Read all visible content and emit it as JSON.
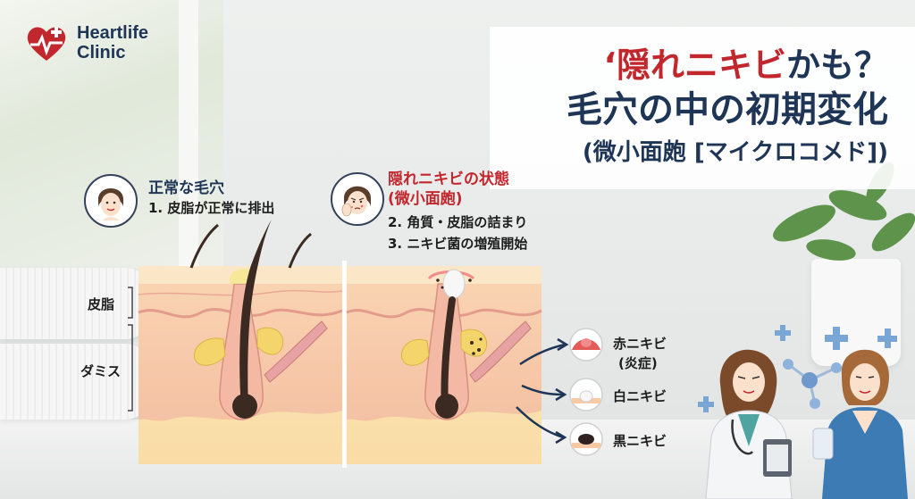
{
  "brand": {
    "line1": "Heartlife",
    "line2": "Clinic"
  },
  "title": {
    "line1_quote": "‘",
    "line1_accent": "隠れニキビ",
    "line1_rest": "かも？",
    "line2": "毛穴の中の初期変化",
    "line3": "(微小面皰 [マイクロコメド])"
  },
  "normal": {
    "heading": "正常な毛穴",
    "item1": "1. 皮脂が正常に排出"
  },
  "hidden": {
    "heading_line1": "隠れニキビの状態",
    "heading_line2": "(微小面皰)",
    "item2": "2. 角質・皮脂の詰まり",
    "item3": "3. ニキビ菌の増殖開始"
  },
  "layers": {
    "sebum": "皮脂",
    "dermis": "ダミス"
  },
  "outcomes": {
    "red_line1": "赤ニキビ",
    "red_line2": "(炎症)",
    "white": "白ニキビ",
    "black": "黒ニキビ"
  },
  "colors": {
    "navy": "#1e3556",
    "red": "#c1272d",
    "skin_top": "#f7c9a5",
    "skin_mid": "#f3b6a0",
    "fat": "#fbe3b3",
    "hair": "#3b2a22",
    "sebaceous": "#f3d56b",
    "medical_cross": "#7aa6d6"
  },
  "icons": [
    "heart-logo-icon",
    "normal-face-icon",
    "worried-face-icon",
    "red-acne-icon",
    "white-acne-icon",
    "black-acne-icon",
    "medical-cross-icon",
    "molecule-icon"
  ]
}
